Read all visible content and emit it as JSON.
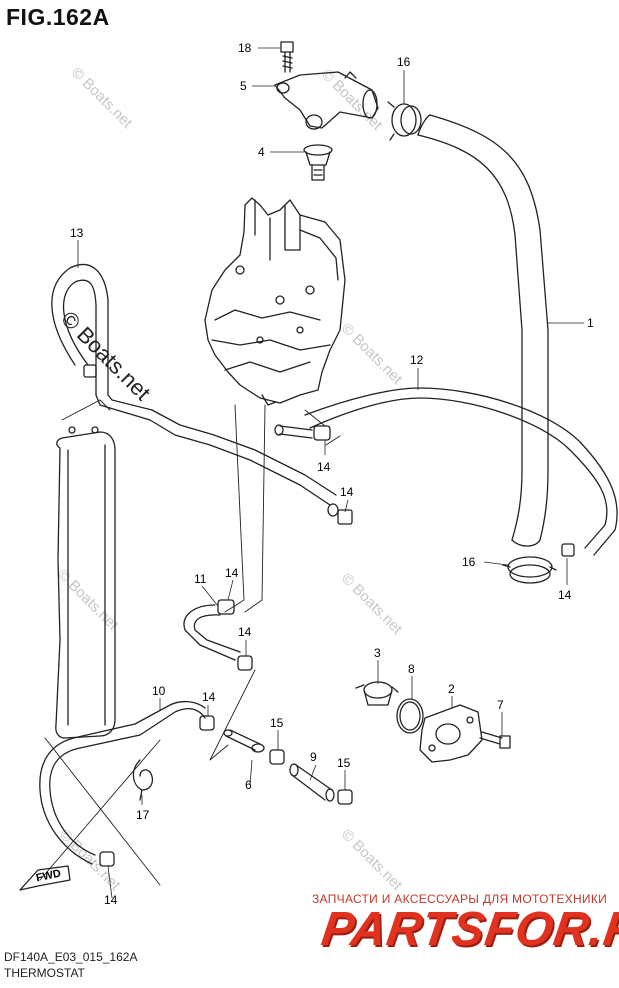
{
  "figure": {
    "title": "FIG.162A",
    "code": "DF140A_E03_015_162A",
    "name": "THERMOSTAT",
    "fwd_label": "FWD"
  },
  "watermarks": {
    "small": "© Boats.net",
    "large": "© Boats.net"
  },
  "ad": {
    "tagline": "ЗАПЧАСТИ И АКСЕССУАРЫ ДЛЯ МОТОТЕХНИКИ",
    "logo_text": "PARTSFOR.RU",
    "logo_color": "#e0321e"
  },
  "callouts": [
    {
      "id": "c18a",
      "label": "18"
    },
    {
      "id": "c5",
      "label": "5"
    },
    {
      "id": "c16a",
      "label": "16"
    },
    {
      "id": "c4",
      "label": "4"
    },
    {
      "id": "c13",
      "label": "13"
    },
    {
      "id": "c1",
      "label": "1"
    },
    {
      "id": "c12",
      "label": "12"
    },
    {
      "id": "c14a",
      "label": "14"
    },
    {
      "id": "c14b",
      "label": "14"
    },
    {
      "id": "c16b",
      "label": "16"
    },
    {
      "id": "c14c",
      "label": "14"
    },
    {
      "id": "c11",
      "label": "11"
    },
    {
      "id": "c14d",
      "label": "14"
    },
    {
      "id": "c14e",
      "label": "14"
    },
    {
      "id": "c3",
      "label": "3"
    },
    {
      "id": "c8",
      "label": "8"
    },
    {
      "id": "c2",
      "label": "2"
    },
    {
      "id": "c10",
      "label": "10"
    },
    {
      "id": "c14f",
      "label": "14"
    },
    {
      "id": "c7",
      "label": "7"
    },
    {
      "id": "c15a",
      "label": "15"
    },
    {
      "id": "c9",
      "label": "9"
    },
    {
      "id": "c15b",
      "label": "15"
    },
    {
      "id": "c6",
      "label": "6"
    },
    {
      "id": "c17",
      "label": "17"
    },
    {
      "id": "c14g",
      "label": "14"
    }
  ]
}
